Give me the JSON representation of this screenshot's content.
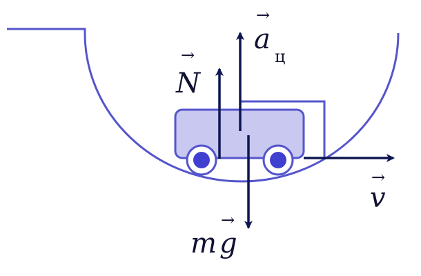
{
  "colors": {
    "outline": "#5555cc",
    "cart_fill": "#c8c8f0",
    "wheel_fill": "#4040d0",
    "vector": "#0d1650",
    "label": "#111133"
  },
  "labels": {
    "acceleration_symbol": "a",
    "acceleration_subscript": "ц",
    "normal_force": "N",
    "gravity_m": "m",
    "gravity_g": "g",
    "velocity": "v",
    "vector_arrow": "→"
  }
}
